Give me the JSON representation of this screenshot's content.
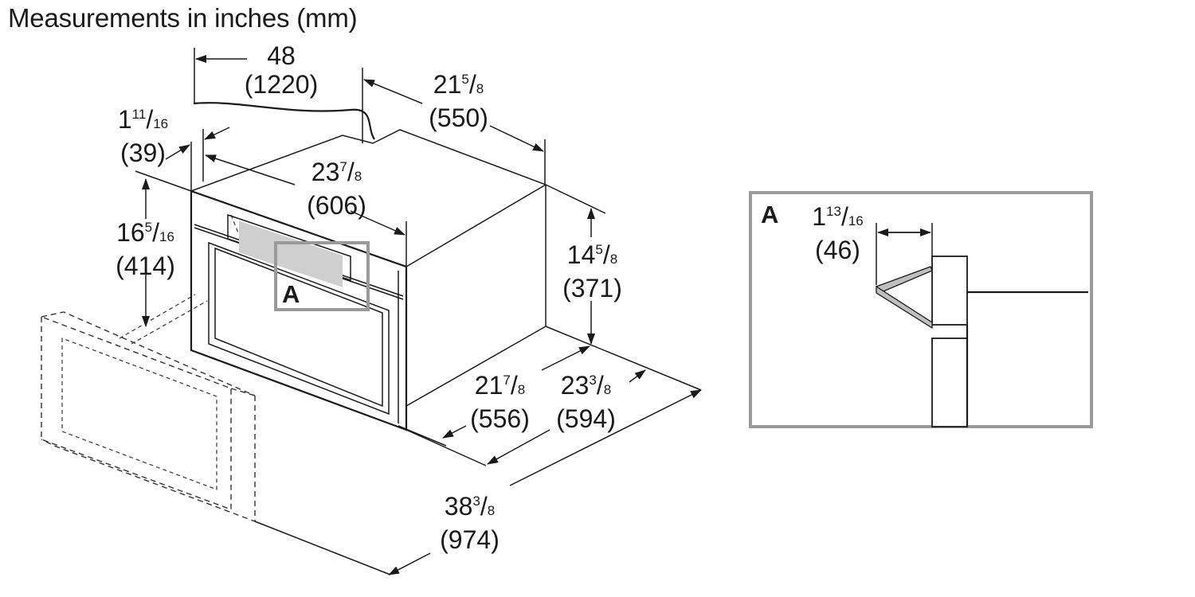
{
  "title": "Measurements in inches (mm)",
  "dimensions": {
    "cord": {
      "whole": "48",
      "num": "",
      "den": "",
      "mm": "(1220)"
    },
    "top_depth": {
      "whole": "21",
      "num": "5",
      "den": "8",
      "mm": "(550)"
    },
    "face_offset": {
      "whole": "1",
      "num": "11",
      "den": "16",
      "mm": "(39)"
    },
    "width": {
      "whole": "23",
      "num": "7",
      "den": "8",
      "mm": "(606)"
    },
    "height_left": {
      "whole": "16",
      "num": "5",
      "den": "16",
      "mm": "(414)"
    },
    "height_right": {
      "whole": "14",
      "num": "5",
      "den": "8",
      "mm": "(371)"
    },
    "depth_body": {
      "whole": "21",
      "num": "7",
      "den": "8",
      "mm": "(556)"
    },
    "depth_total": {
      "whole": "23",
      "num": "3",
      "den": "8",
      "mm": "(594)"
    },
    "door_open": {
      "whole": "38",
      "num": "3",
      "den": "8",
      "mm": "(974)"
    },
    "detail_gap": {
      "whole": "1",
      "num": "13",
      "den": "16",
      "mm": "(46)"
    }
  },
  "detail_marker": "A",
  "detail_label": "A"
}
